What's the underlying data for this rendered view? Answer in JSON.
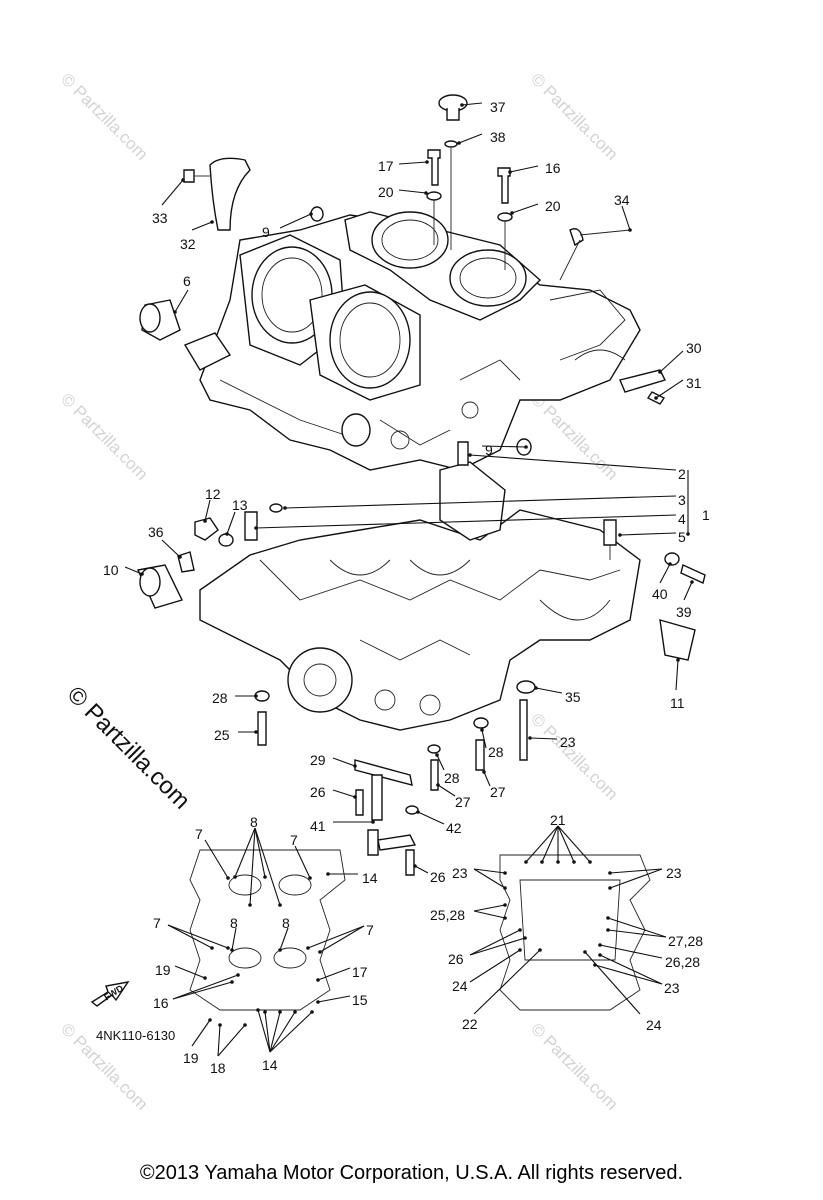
{
  "watermark": {
    "text": "© Partzilla.com",
    "large_text": "© Partzilla.com"
  },
  "diagram_code": "4NK110-6130",
  "fwd_label": "FWD",
  "copyright": "©2013 Yamaha Motor Corporation, U.S.A. All rights reserved.",
  "callouts": [
    "37",
    "38",
    "17",
    "16",
    "20",
    "20",
    "34",
    "33",
    "32",
    "9",
    "6",
    "30",
    "31",
    "9",
    "2",
    "3",
    "1",
    "4",
    "5",
    "12",
    "13",
    "36",
    "10",
    "40",
    "39",
    "11",
    "28",
    "35",
    "25",
    "23",
    "28",
    "29",
    "28",
    "26",
    "27",
    "27",
    "41",
    "42",
    "26",
    "21",
    "7",
    "8",
    "7",
    "14",
    "23",
    "23",
    "25,28",
    "7",
    "8",
    "8",
    "7",
    "26",
    "27,28",
    "19",
    "17",
    "26,28",
    "24",
    "16",
    "15",
    "23",
    "22",
    "24",
    "19",
    "18",
    "14"
  ]
}
